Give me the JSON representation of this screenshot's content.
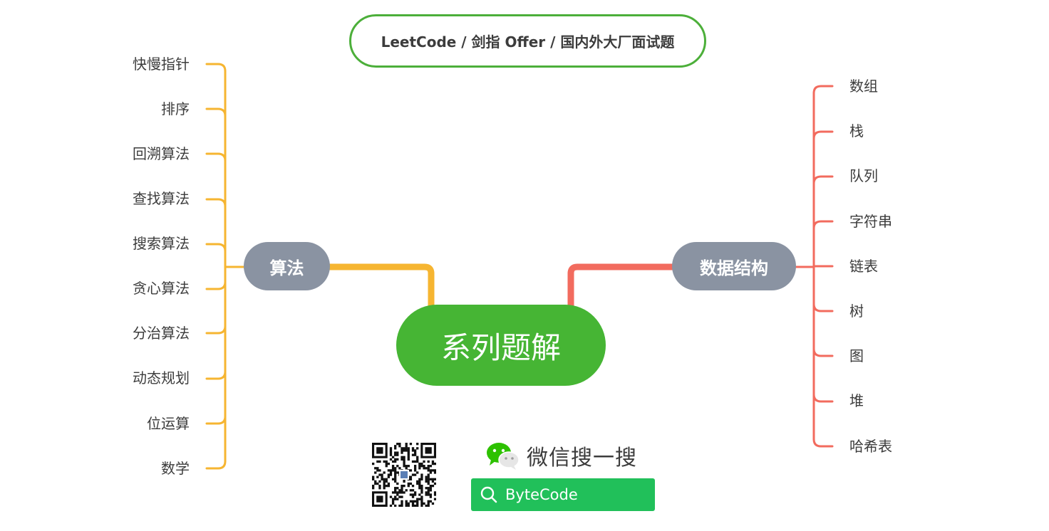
{
  "title": "LeetCode / 剑指 Offer / 国内外大厂面试题",
  "center": "系列题解",
  "branches": {
    "algorithm": {
      "label": "算法",
      "color": "#f6b531",
      "items": [
        "快慢指针",
        "排序",
        "回溯算法",
        "查找算法",
        "搜索算法",
        "贪心算法",
        "分治算法",
        "动态规划",
        "位运算",
        "数学"
      ]
    },
    "data_structure": {
      "label": "数据结构",
      "color": "#f26b5e",
      "items": [
        "数组",
        "栈",
        "队列",
        "字符串",
        "链表",
        "树",
        "图",
        "堆",
        "哈希表"
      ]
    }
  },
  "footer": {
    "wechat_label": "微信搜一搜",
    "search_text": "ByteCode"
  },
  "colors": {
    "center": "#46b534",
    "branch_node": "#8a93a2",
    "title_border": "#4caf3a",
    "search_bg": "#21c05a"
  }
}
